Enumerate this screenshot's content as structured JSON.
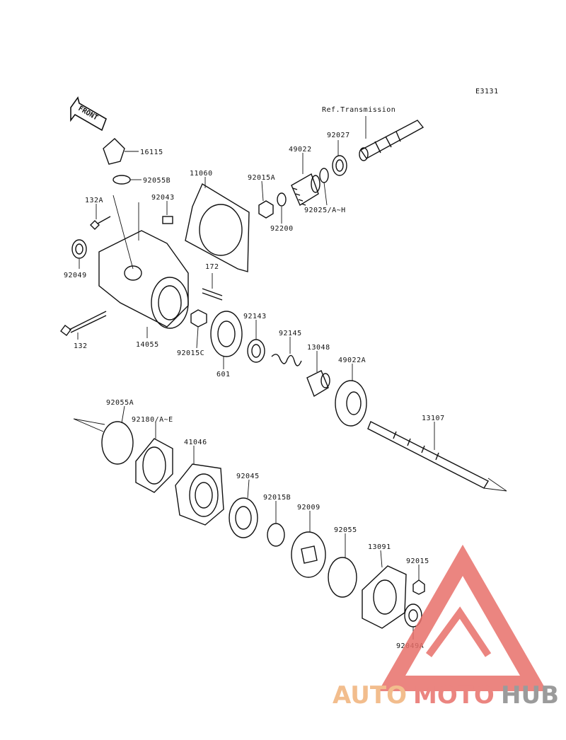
{
  "ref_code": "E3131",
  "ref_note": "Ref.Transmission",
  "front_label": "FRONT",
  "watermark": {
    "text_a": "AUTO",
    "text_b": "MOTO",
    "text_c": "HUB",
    "color_a": "#f0b27a",
    "color_b": "#e8706a",
    "color_c": "#8a8a8a"
  },
  "callouts": [
    "16115",
    "92055B",
    "11060",
    "92015A",
    "49022",
    "92027",
    "132A",
    "92043",
    "92200",
    "92025/A~H",
    "92049",
    "172",
    "92143",
    "92145",
    "13048",
    "49022A",
    "132",
    "14055",
    "92015C",
    "601",
    "13107",
    "92055A",
    "92180/A~E",
    "41046",
    "92045",
    "92015B",
    "92009",
    "92055",
    "13091",
    "92015",
    "92049A"
  ]
}
